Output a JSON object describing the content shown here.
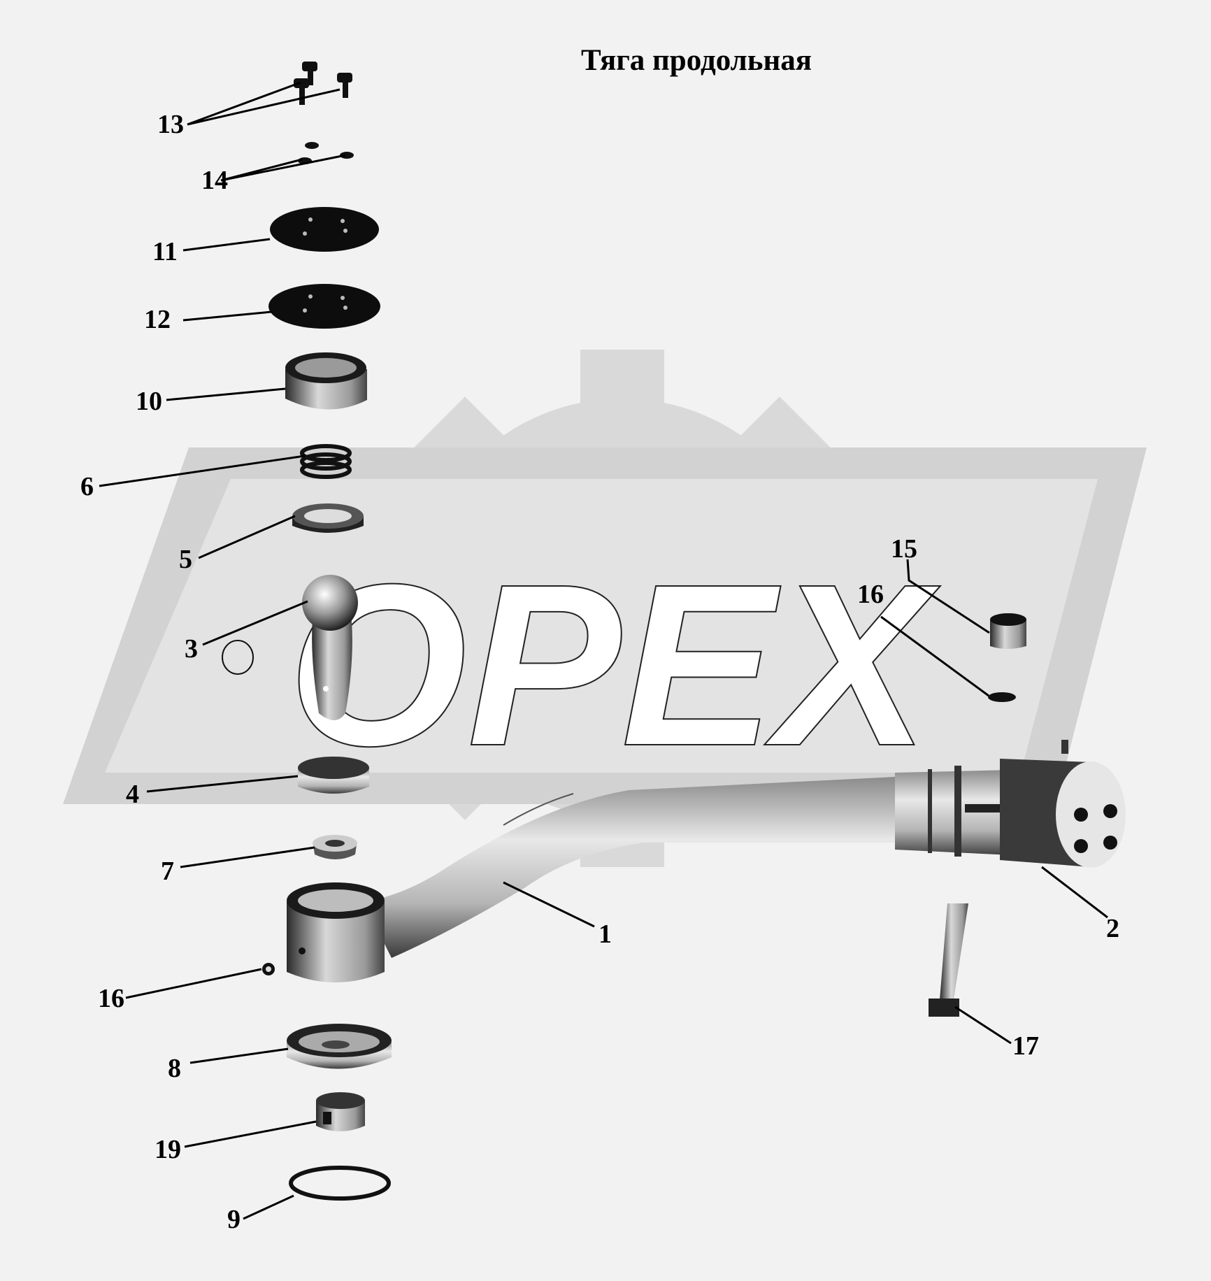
{
  "title": "Тяга продольная",
  "watermark": {
    "text": "OPEX",
    "colors": {
      "gear": "#d9d9d9",
      "band": "#d4d4d4",
      "band_inner": "#e2e2e2",
      "letters": "#ffffff"
    }
  },
  "callouts": [
    {
      "id": "c13",
      "label": "13"
    },
    {
      "id": "c14",
      "label": "14"
    },
    {
      "id": "c11",
      "label": "11"
    },
    {
      "id": "c12",
      "label": "12"
    },
    {
      "id": "c10",
      "label": "10"
    },
    {
      "id": "c6",
      "label": "6"
    },
    {
      "id": "c5",
      "label": "5"
    },
    {
      "id": "c3",
      "label": "3"
    },
    {
      "id": "c4",
      "label": "4"
    },
    {
      "id": "c7",
      "label": "7"
    },
    {
      "id": "c16a",
      "label": "16"
    },
    {
      "id": "c8",
      "label": "8"
    },
    {
      "id": "c19",
      "label": "19"
    },
    {
      "id": "c9",
      "label": "9"
    },
    {
      "id": "c1",
      "label": "1"
    },
    {
      "id": "c2",
      "label": "2"
    },
    {
      "id": "c15",
      "label": "15"
    },
    {
      "id": "c16b",
      "label": "16"
    },
    {
      "id": "c17",
      "label": "17"
    }
  ],
  "parts": [
    "bolts",
    "washers",
    "cover-plate",
    "gasket",
    "bushing",
    "spring",
    "seat-upper",
    "ball-pin",
    "seat-lower",
    "nut",
    "pin",
    "cup",
    "retainer",
    "ring",
    "rod",
    "clamp-end",
    "bolt",
    "nut-small"
  ]
}
